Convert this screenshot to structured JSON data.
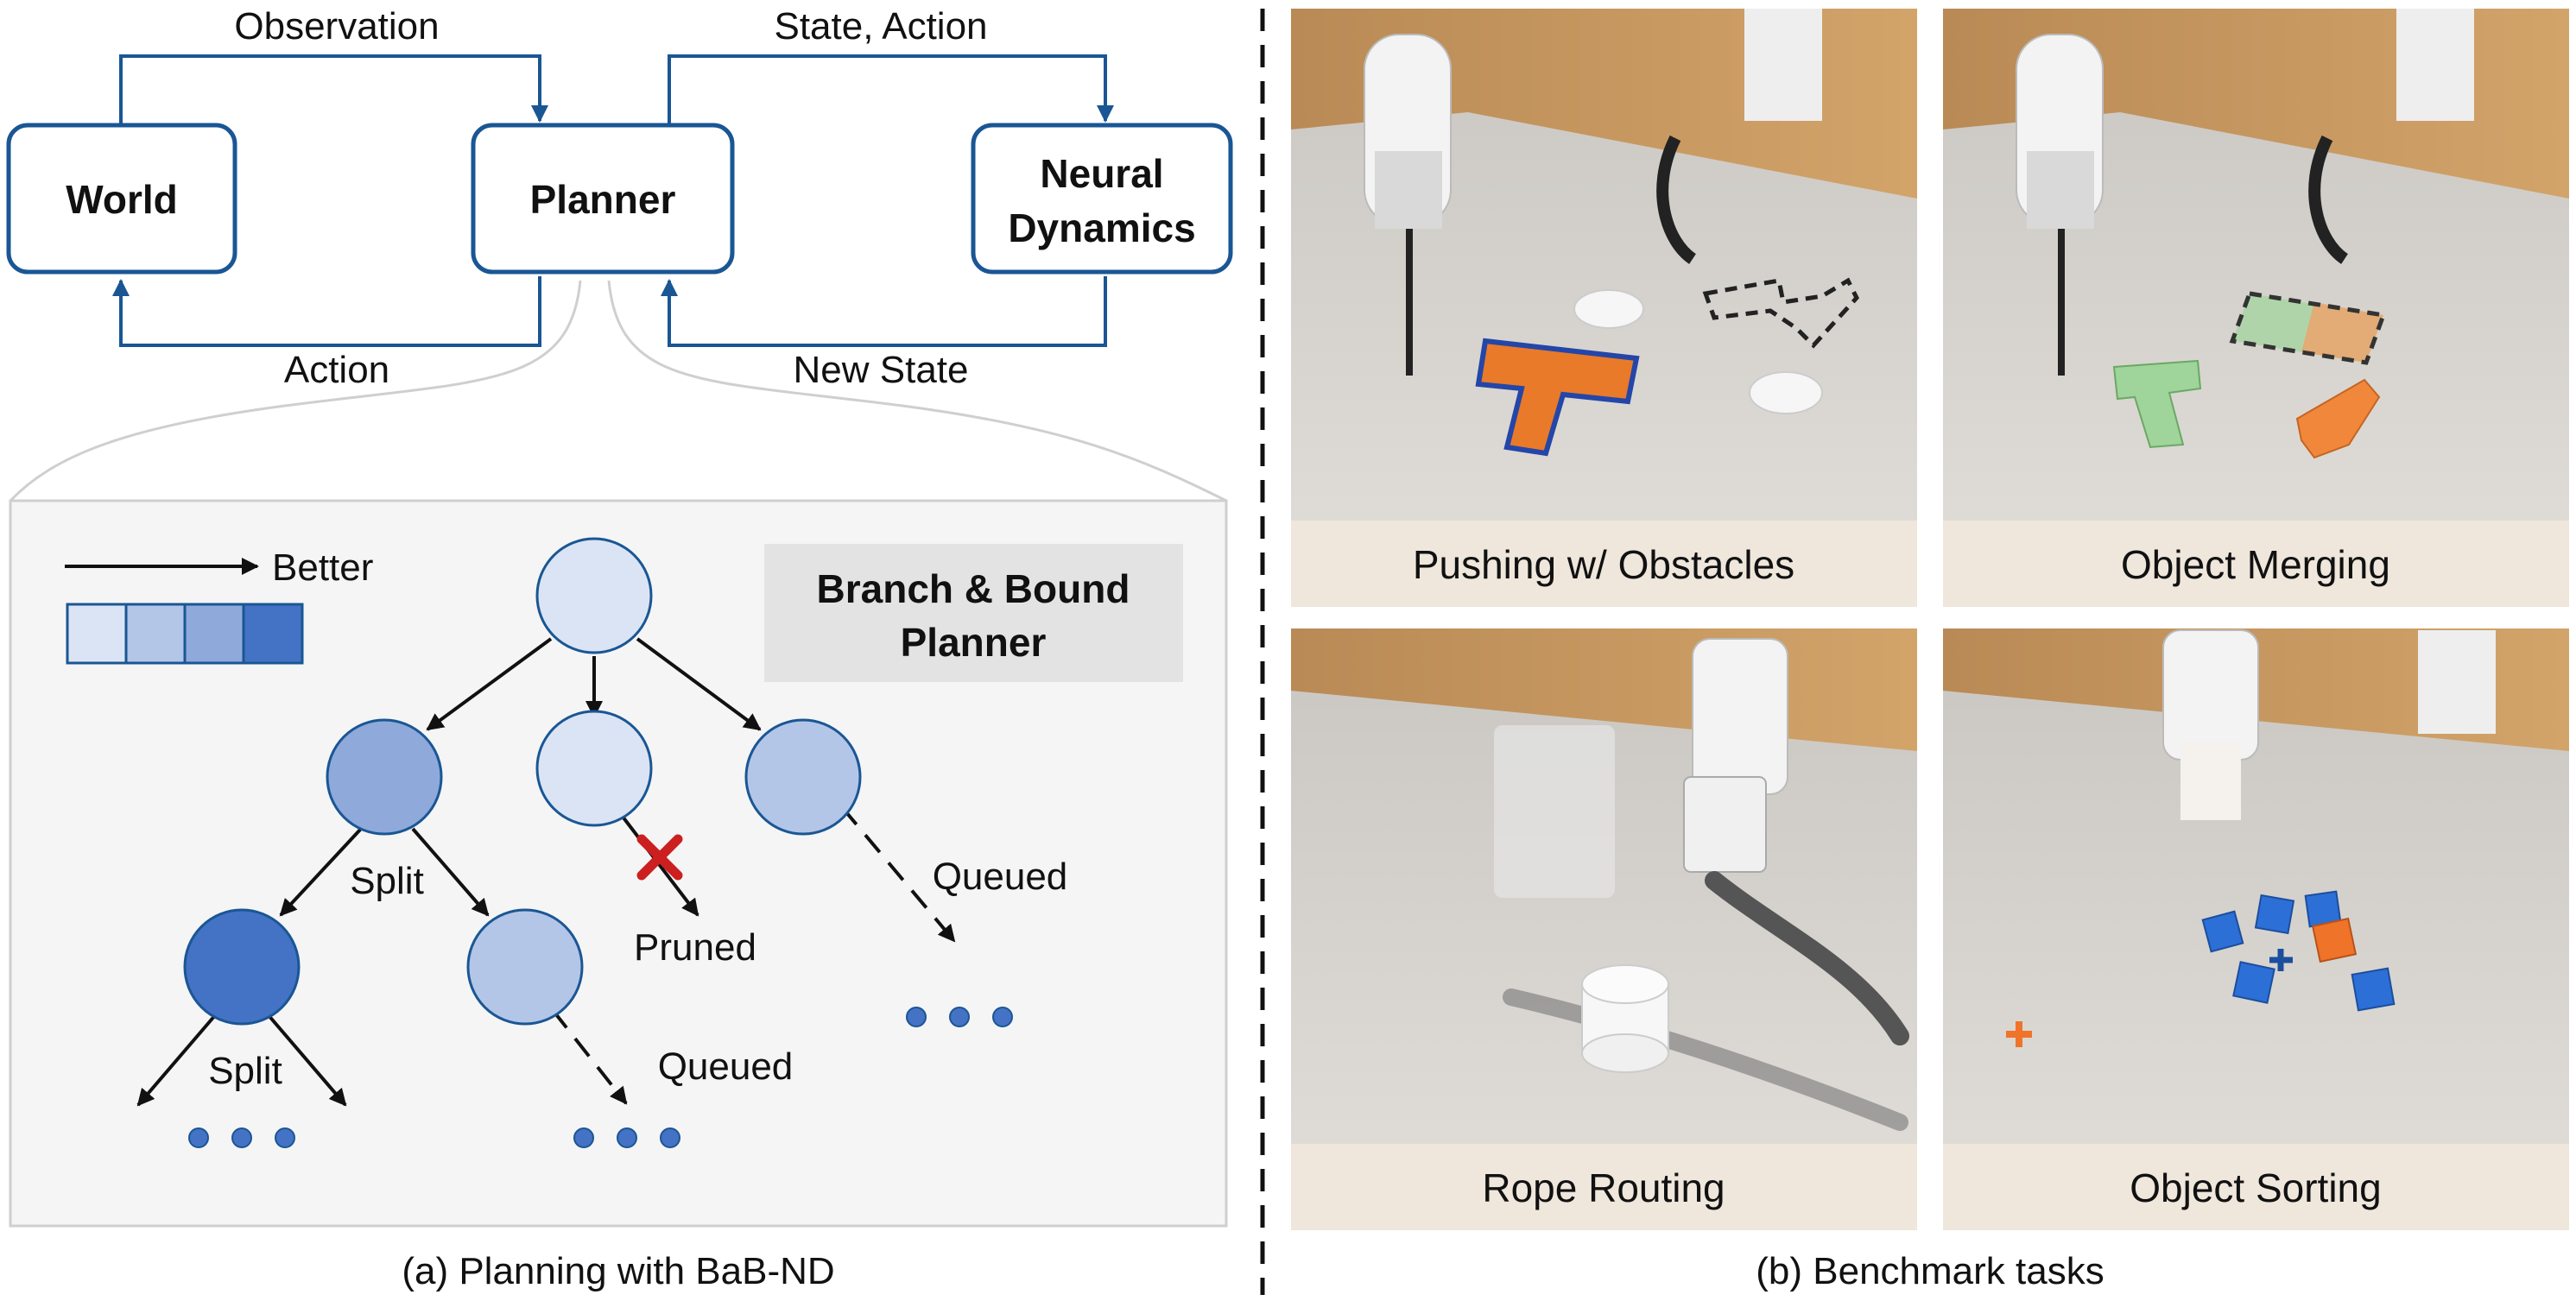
{
  "panel_a": {
    "caption": "(a) Planning with BaB-ND",
    "nodes": {
      "world": "World",
      "planner": "Planner",
      "dynamics_line1": "Neural",
      "dynamics_line2": "Dynamics"
    },
    "edges": {
      "observation": "Observation",
      "action": "Action",
      "state_action": "State, Action",
      "new_state": "New State"
    },
    "legend": {
      "better": "Better"
    },
    "planner_title_line1": "Branch & Bound",
    "planner_title_line2": "Planner",
    "tree_labels": {
      "split_1": "Split",
      "split_2": "Split",
      "pruned": "Pruned",
      "queued_1": "Queued",
      "queued_2": "Queued"
    },
    "colors": {
      "node_border": "#1a5694",
      "level_1": "#dbe4f4",
      "level_2": "#b3c6e8",
      "level_3": "#8ea9da",
      "level_4": "#4472c4",
      "pruned_mark": "#cc1f1f"
    }
  },
  "panel_b": {
    "caption": "(b) Benchmark tasks",
    "tasks": [
      "Pushing w/ Obstacles",
      "Object Merging",
      "Rope Routing",
      "Object Sorting"
    ]
  }
}
